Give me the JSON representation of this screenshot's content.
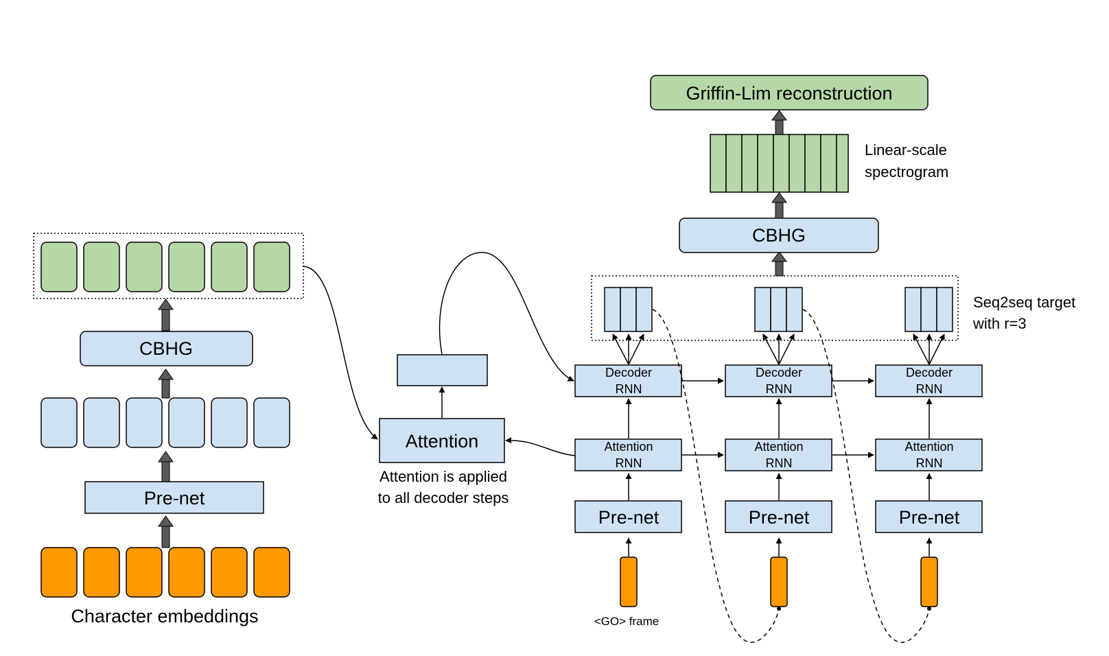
{
  "colors": {
    "blue_fill": "#cfe2f3",
    "green_fill": "#b6d7a8",
    "orange_fill": "#ff9900",
    "stroke": "#000000",
    "arrow_gray": "#595959"
  },
  "encoder": {
    "char_embeddings_label": "Character embeddings",
    "prenet_label": "Pre-net",
    "cbhg_label": "CBHG"
  },
  "attention": {
    "label": "Attention",
    "note_line1": "Attention is applied",
    "note_line2": "to all decoder steps"
  },
  "decoder": {
    "prenet_label": "Pre-net",
    "attention_rnn_line1": "Attention",
    "attention_rnn_line2": "RNN",
    "decoder_rnn_line1": "Decoder",
    "decoder_rnn_line2": "RNN",
    "go_frame_label": "<GO> frame",
    "seq2seq_line1": "Seq2seq target",
    "seq2seq_line2": "with r=3"
  },
  "postnet": {
    "cbhg_label": "CBHG",
    "spectrogram_line1": "Linear-scale",
    "spectrogram_line2": "spectrogram",
    "griffin_lim_label": "Griffin-Lim reconstruction"
  }
}
